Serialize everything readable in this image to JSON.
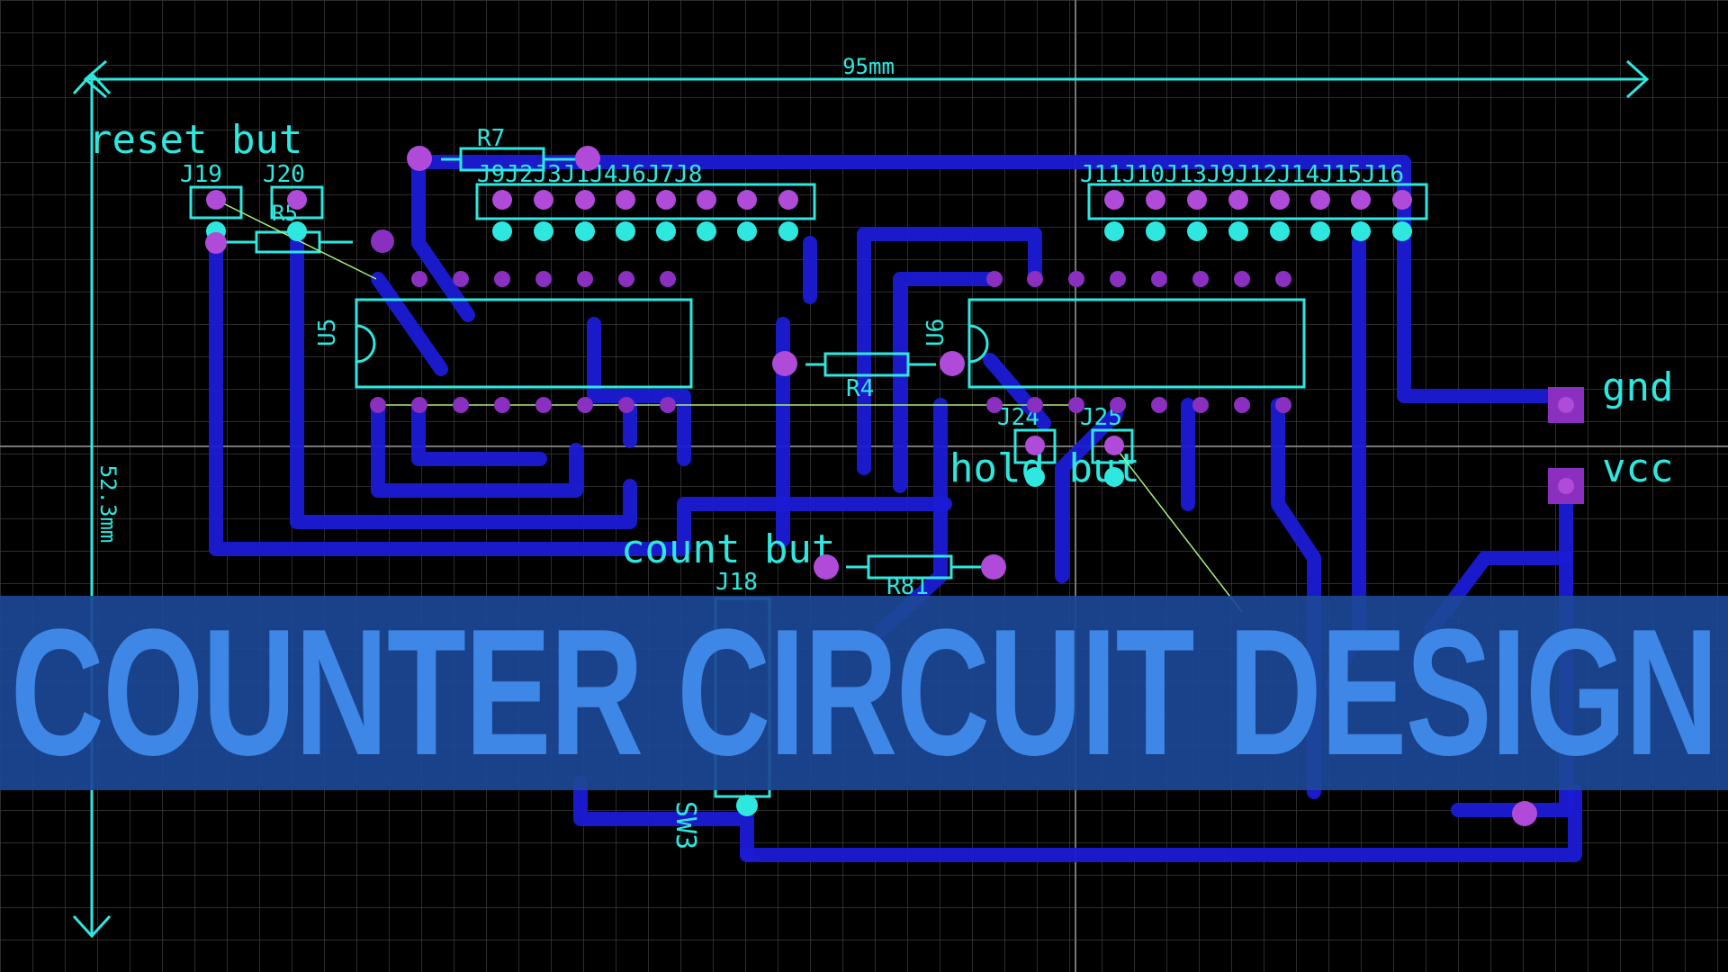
{
  "title": "COUNTER CIRCUIT DESIGN",
  "dimensions": {
    "width": "95mm",
    "height": "52.3mm"
  },
  "labels": {
    "reset": "reset but",
    "hold": "hold but",
    "count": "count but",
    "gnd": "gnd",
    "vcc": "vcc"
  },
  "components": {
    "j19": "J19",
    "j20": "J20",
    "r7": "R7",
    "r5": "R5",
    "header_left": "J9J2J3J1J4J6J7J8",
    "header_right": "J11J10J13J9J12J14J15J16",
    "u5": "U5",
    "u6": "U6",
    "r4": "R4",
    "j24": "J24",
    "j25": "J25",
    "j18": "J18",
    "r81": "R81",
    "sw3": "SW3"
  },
  "colors": {
    "background": "#000000",
    "grid": "#3a3a3a",
    "silkscreen": "#2ee8e0",
    "trace": "#1b1bd6",
    "pad": "#b04ad8",
    "banner": "#1c4896",
    "title": "#3f87e6"
  }
}
